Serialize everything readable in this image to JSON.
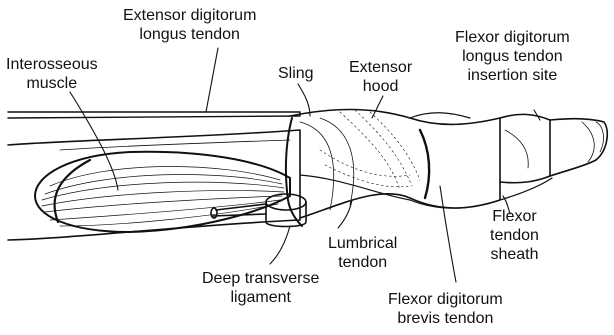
{
  "labels": {
    "extensor_longus": [
      "Extensor digitorum",
      "longus tendon"
    ],
    "interosseous": [
      "Interosseous",
      "muscle"
    ],
    "sling": [
      "Sling"
    ],
    "extensor_hood": [
      "Extensor",
      "hood"
    ],
    "flexor_insertion": [
      "Flexor digitorum",
      "longus tendon",
      "insertion site"
    ],
    "flexor_sheath": [
      "Flexor",
      "tendon",
      "sheath"
    ],
    "lumbrical": [
      "Lumbrical",
      "tendon"
    ],
    "deep_transverse": [
      "Deep transverse",
      "ligament"
    ],
    "flexor_brevis": [
      "Flexor digitorum",
      "brevis tendon"
    ]
  },
  "colors": {
    "ink": "#111111",
    "background": "#ffffff"
  }
}
